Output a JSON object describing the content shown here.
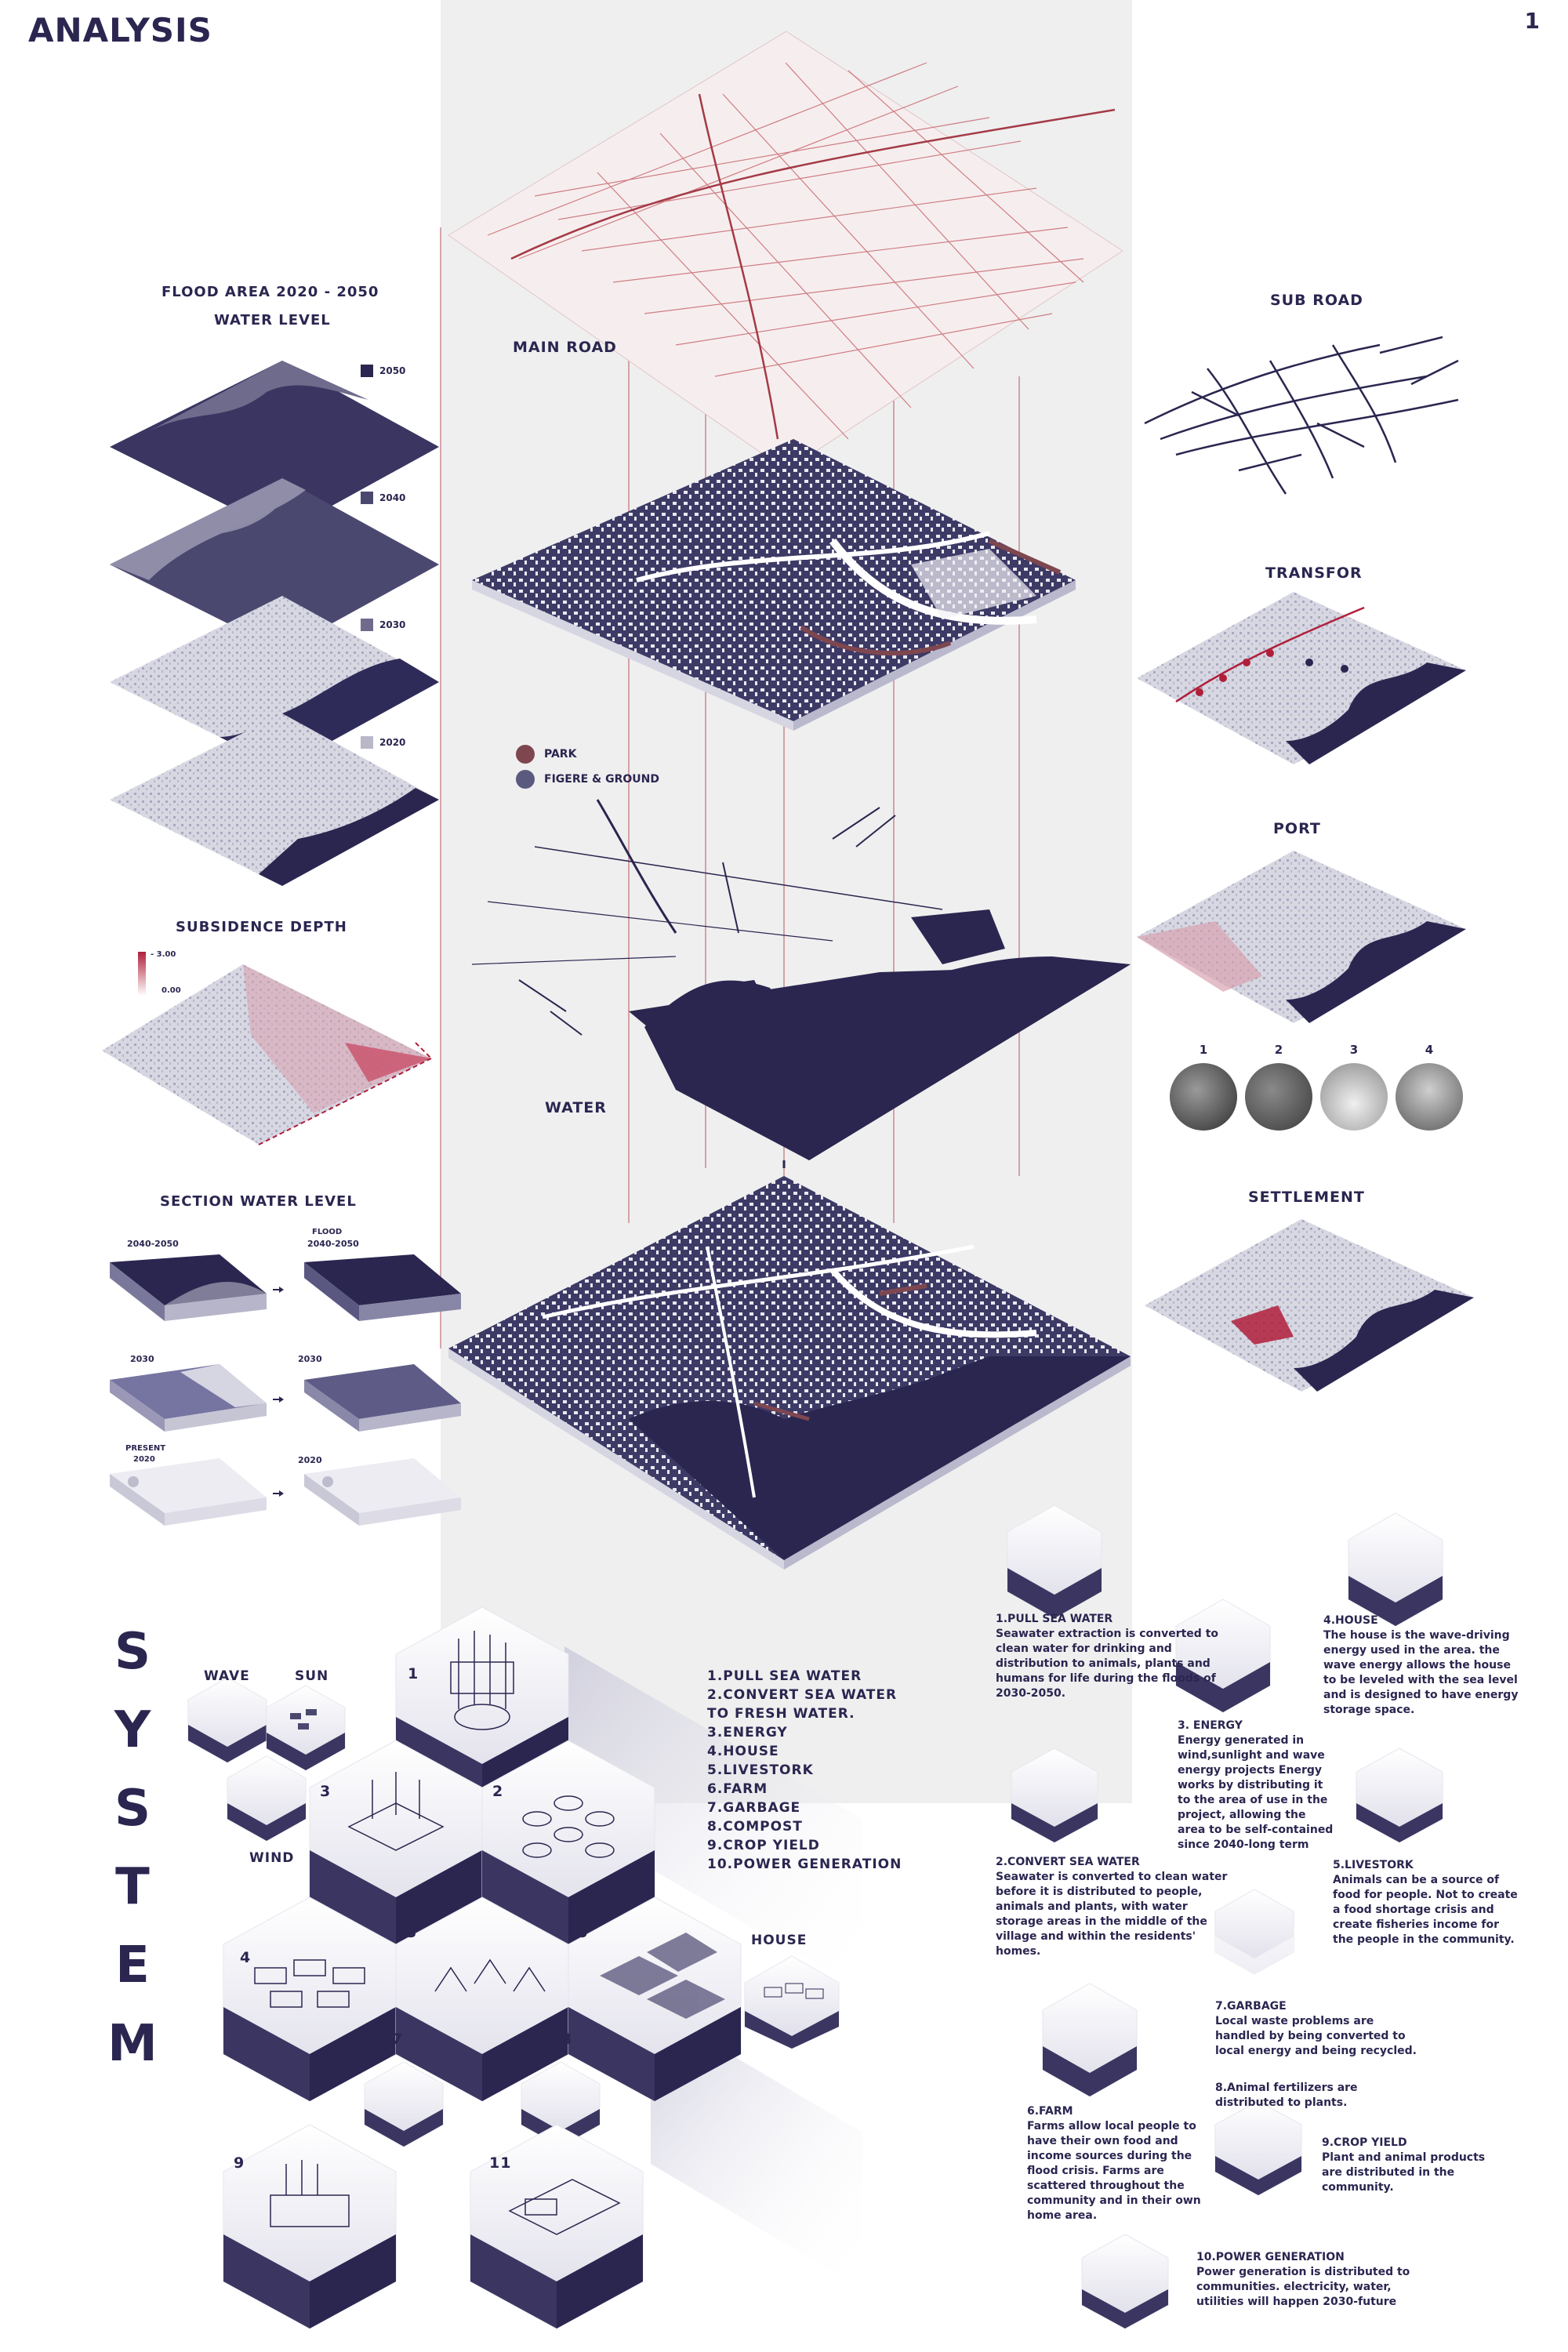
{
  "header": {
    "title": "ANALYSIS",
    "page_number": "1"
  },
  "left_panel": {
    "flood_title_1": "FLOOD AREA 2020 - 2050",
    "flood_title_2": "WATER LEVEL",
    "flood_years": [
      "2050",
      "2040",
      "2030",
      "2020"
    ],
    "subsidence_title": "SUBSIDENCE DEPTH",
    "subsidence_max": "- 3.00",
    "subsidence_min": "0.00",
    "section_title": "SECTION WATER LEVEL",
    "section_labels": {
      "row1_left": "2040-2050",
      "row1_right_1": "FLOOD",
      "row1_right_2": "2040-2050",
      "row2_left": "2030",
      "row2_right": "2030",
      "row3_left_1": "PRESENT",
      "row3_left_2": "2020",
      "row3_right": "2020"
    }
  },
  "center_panel": {
    "main_road": "MAIN ROAD",
    "water": "WATER",
    "legend": [
      {
        "label": "PARK",
        "color": "#7e4750"
      },
      {
        "label": "FIGERE & GROUND",
        "color": "#5a5a7e"
      }
    ]
  },
  "right_panel": {
    "sub_road": "SUB ROAD",
    "transfor": "TRANSFOR",
    "port": "PORT",
    "photo_numbers": [
      "1",
      "2",
      "3",
      "4"
    ],
    "settlement": "SETTLEMENT"
  },
  "system": {
    "letters": [
      "S",
      "Y",
      "S",
      "T",
      "E",
      "M"
    ],
    "labels": {
      "wave": "WAVE",
      "sun": "SUN",
      "wind": "WIND",
      "house": "HOUSE"
    },
    "numbers": [
      "1",
      "2",
      "3",
      "4",
      "5",
      "6",
      "7",
      "8",
      "9",
      "11"
    ],
    "list": [
      "1.PULL SEA WATER",
      "2.CONVERT SEA WATER",
      "TO FRESH WATER.",
      "3.ENERGY",
      "4.HOUSE",
      "5.LIVESTORK",
      "6.FARM",
      "7.GARBAGE",
      "8.COMPOST",
      "9.CROP YIELD",
      "10.POWER GENERATION"
    ]
  },
  "descriptions": {
    "d1": {
      "head": "1.PULL SEA WATER",
      "body": "Seawater extraction is converted to clean water for drinking and distribution to animals, plants and humans for life during the floods of 2030-2050."
    },
    "d2": {
      "head": "2.CONVERT SEA WATER",
      "body": "Seawater is converted to clean water before it is distributed to people, animals and plants, with water storage areas in the middle of the village and within the residents' homes."
    },
    "d3": {
      "head": "3. ENERGY",
      "body": "Energy generated in wind,sunlight and wave energy projects Energy works by distributing it to the area of use in the project, allowing the area to be self-contained since 2040-long term"
    },
    "d4": {
      "head": "4.HOUSE",
      "body": "The house is the wave-driving energy used in the area. the wave energy allows the house to be leveled with the sea level and is designed to have energy storage space."
    },
    "d5": {
      "head": "5.LIVESTORK",
      "body": "Animals can be a source of food for people. Not to create a food shortage crisis and create fisheries income for the people in the community."
    },
    "d6": {
      "head": "6.FARM",
      "body": "Farms allow local people to have their own food and income sources during the flood crisis. Farms are scattered throughout the community and in their own home area."
    },
    "d7": {
      "head": "7.GARBAGE",
      "body": "Local waste problems are handled by being converted to local energy and being recycled."
    },
    "d8": {
      "head": "8.Animal fertilizers are",
      "body": "distributed to plants."
    },
    "d9": {
      "head": "9.CROP YIELD",
      "body": "Plant and animal products are distributed in the community."
    },
    "d10": {
      "head": "10.POWER GENERATION",
      "body": "Power generation is distributed to communities. electricity, water, utilities will happen 2030-future"
    }
  },
  "colors": {
    "navy": "#2a2650",
    "road_red": "#b04a52",
    "grey": "#bdbdd0",
    "band": "#efefef"
  }
}
